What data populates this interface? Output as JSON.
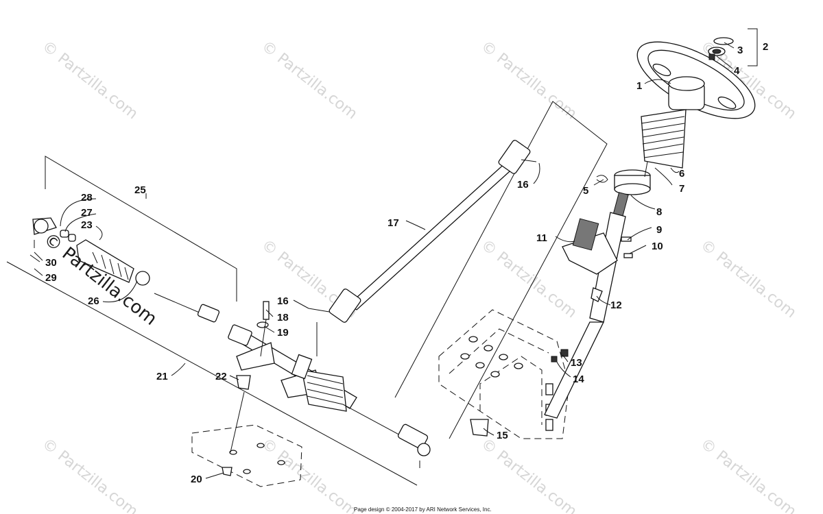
{
  "watermark": {
    "text": "© Partzilla.com",
    "overlay_text": "© Partzilla.com"
  },
  "footer": {
    "text": "Page design © 2004-2017 by ARI Network Services, Inc."
  },
  "callouts": [
    "1",
    "2",
    "3",
    "4",
    "5",
    "6",
    "7",
    "8",
    "9",
    "10",
    "11",
    "12",
    "13",
    "14",
    "15",
    "16",
    "16",
    "17",
    "18",
    "19",
    "20",
    "21",
    "22",
    "23",
    "25",
    "26",
    "27",
    "28",
    "29",
    "30"
  ]
}
